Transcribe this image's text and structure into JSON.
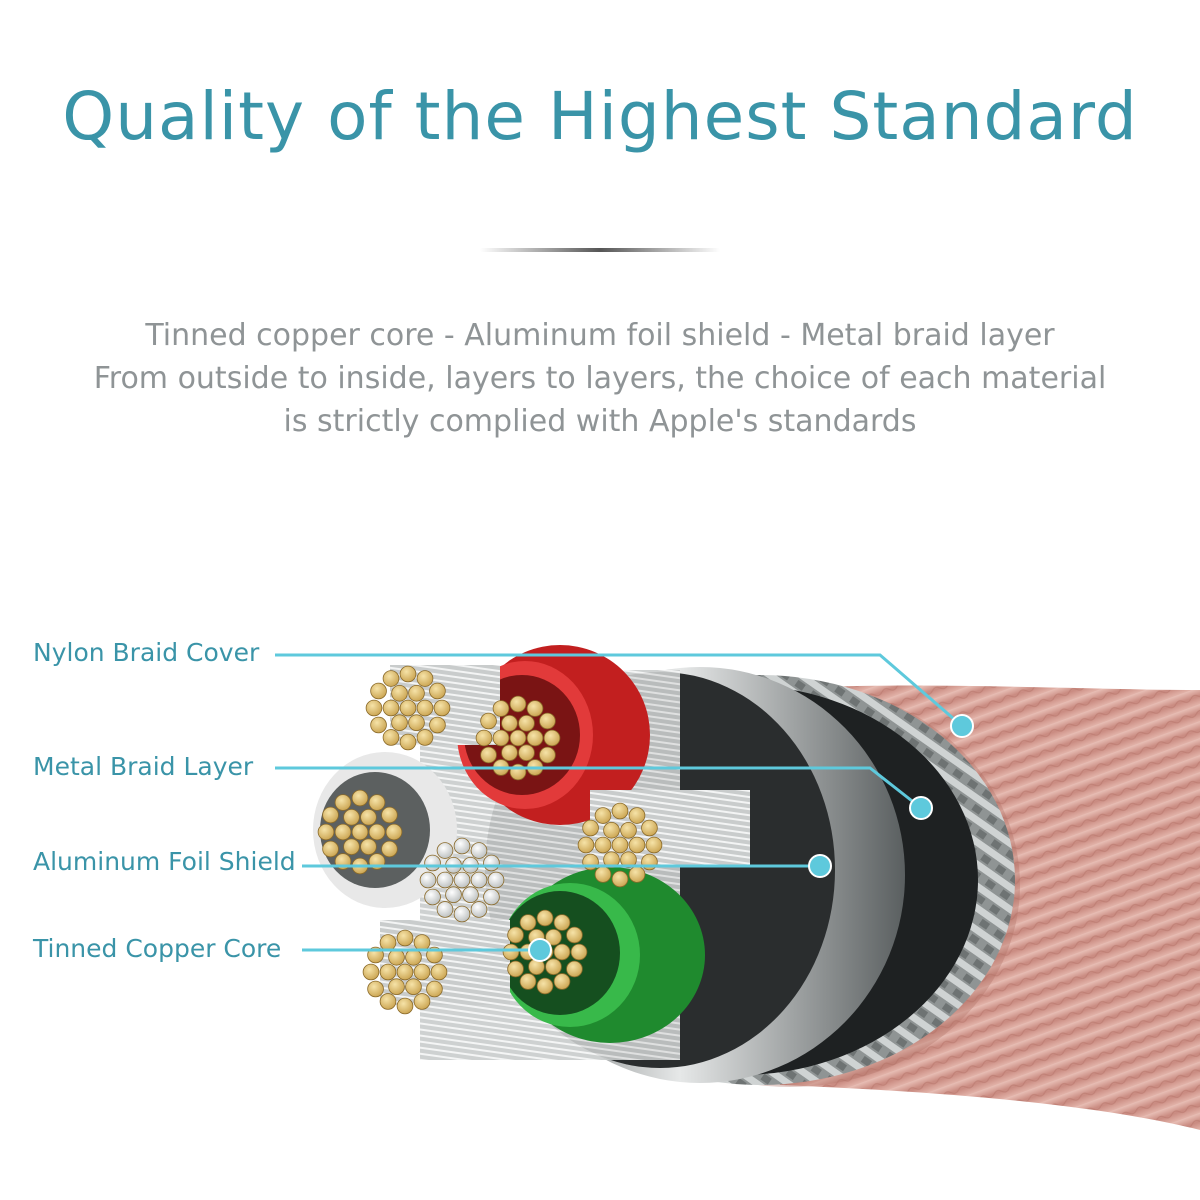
{
  "header": {
    "title": "Quality of the Highest Standard",
    "description_lines": [
      "Tinned copper core - Aluminum foil shield - Metal braid layer",
      "From outside to inside, layers to layers, the choice of each material",
      "is strictly complied with Apple's standards"
    ]
  },
  "callouts": [
    {
      "label": "Nylon Braid Cover"
    },
    {
      "label": "Metal Braid Layer"
    },
    {
      "label": "Aluminum Foil Shield"
    },
    {
      "label": "Tinned Copper Core"
    }
  ],
  "colors": {
    "accent": "#3a94a8",
    "callout_line": "#5ec9dc",
    "text_gray": "#8f9496",
    "copper_wire": "#e3c57c",
    "red_insulation": "#d42a2a",
    "green_insulation": "#2aa53a",
    "white_insulation": "#e6e6e6",
    "nylon_braid": "#d9a59c"
  },
  "illustration": {
    "subject": "cable-cross-section-illustration"
  }
}
